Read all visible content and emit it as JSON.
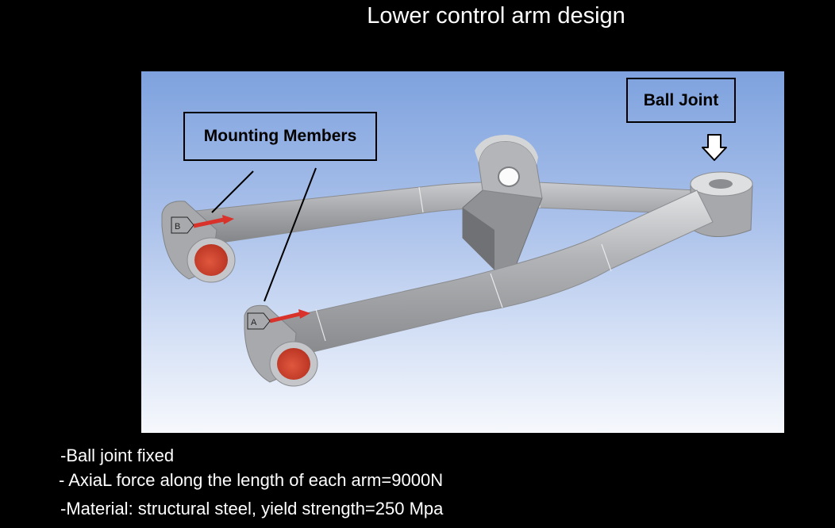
{
  "slide": {
    "title": "Lower control arm design"
  },
  "viewport": {
    "callouts": {
      "mounting_members": "Mounting Members",
      "ball_joint": "Ball Joint"
    },
    "markers": {
      "a": "A",
      "b": "B"
    },
    "colors": {
      "background_top": "#7ea2de",
      "background_bottom": "#f6f8fc",
      "part_gray": "#a9abae",
      "bore_red": "#d8452e",
      "force_arrow": "#d8322a"
    },
    "icons": [
      "down-arrow-icon",
      "force-arrow-icon"
    ]
  },
  "notes": [
    "-Ball joint fixed",
    "- AxiaL force along the length of each arm=9000N",
    "-Material: structural steel, yield strength=250 Mpa"
  ]
}
